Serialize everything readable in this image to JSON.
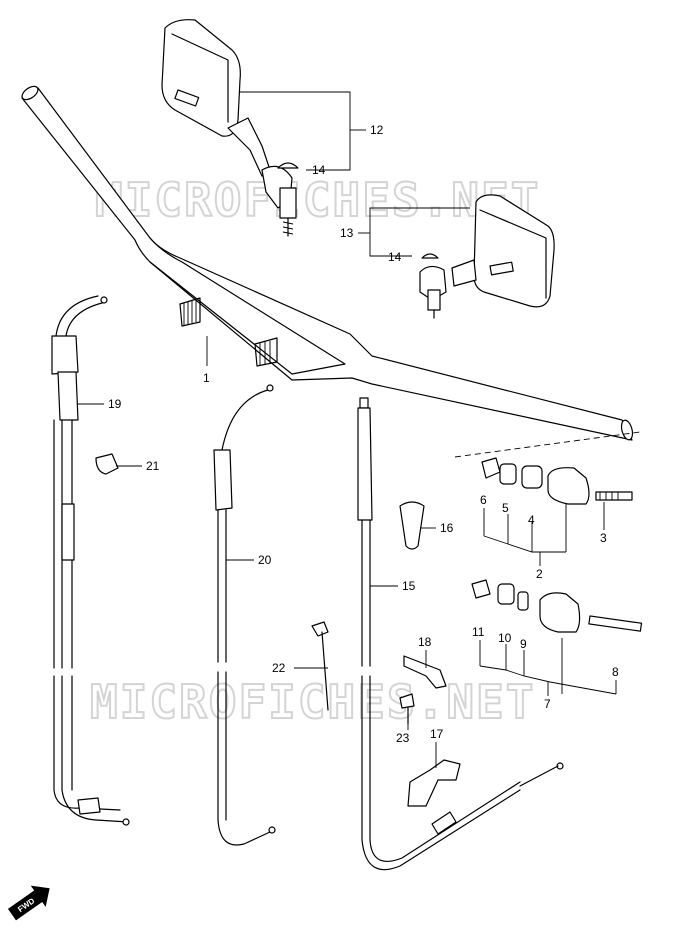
{
  "watermark": "MICROFICHES.NET",
  "fwd_label": "FWD",
  "parts": [
    {
      "id": "1",
      "label": "1"
    },
    {
      "id": "2",
      "label": "2"
    },
    {
      "id": "3",
      "label": "3"
    },
    {
      "id": "4",
      "label": "4"
    },
    {
      "id": "5",
      "label": "5"
    },
    {
      "id": "6",
      "label": "6"
    },
    {
      "id": "7",
      "label": "7"
    },
    {
      "id": "8",
      "label": "8"
    },
    {
      "id": "9",
      "label": "9"
    },
    {
      "id": "10",
      "label": "10"
    },
    {
      "id": "11",
      "label": "11"
    },
    {
      "id": "12",
      "label": "12"
    },
    {
      "id": "13",
      "label": "13"
    },
    {
      "id": "14a",
      "label": "14"
    },
    {
      "id": "14b",
      "label": "14"
    },
    {
      "id": "15",
      "label": "15"
    },
    {
      "id": "16",
      "label": "16"
    },
    {
      "id": "17",
      "label": "17"
    },
    {
      "id": "18",
      "label": "18"
    },
    {
      "id": "19",
      "label": "19"
    },
    {
      "id": "20",
      "label": "20"
    },
    {
      "id": "21",
      "label": "21"
    },
    {
      "id": "22",
      "label": "22"
    },
    {
      "id": "23",
      "label": "23"
    }
  ]
}
